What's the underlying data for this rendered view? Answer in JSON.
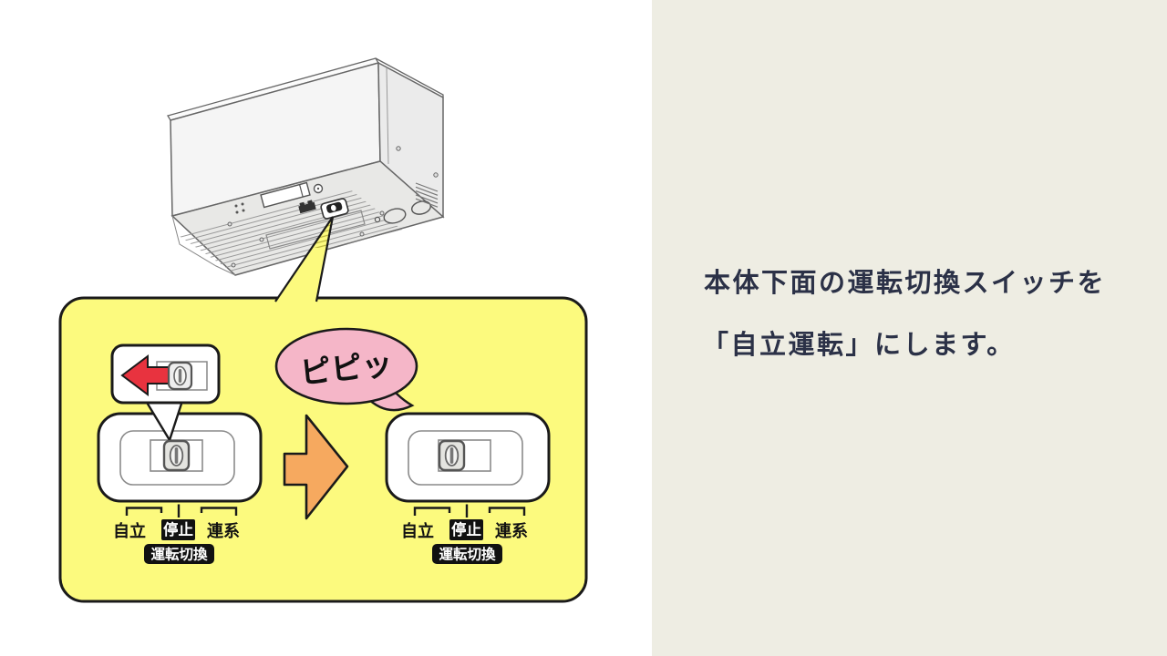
{
  "caption": {
    "line1": "本体下面の運転切換スイッチを",
    "line2": "「自立運転」にします。"
  },
  "detail_panel": {
    "beep_bubble_text": "ピピッ",
    "switch_labels": {
      "left": "自立",
      "center": "停止",
      "right": "連系",
      "switch_name": "運転切換"
    },
    "before_knob_position": "center",
    "after_knob_position": "left"
  },
  "colors": {
    "panel_yellow": "#FCFA7E",
    "bubble_pink": "#F5B6C8",
    "arrow_orange": "#F6A95F",
    "arrow_red": "#E8333F",
    "caption_background": "#EEEDE3",
    "caption_text": "#2B3147",
    "label_box_black": "#111111"
  }
}
